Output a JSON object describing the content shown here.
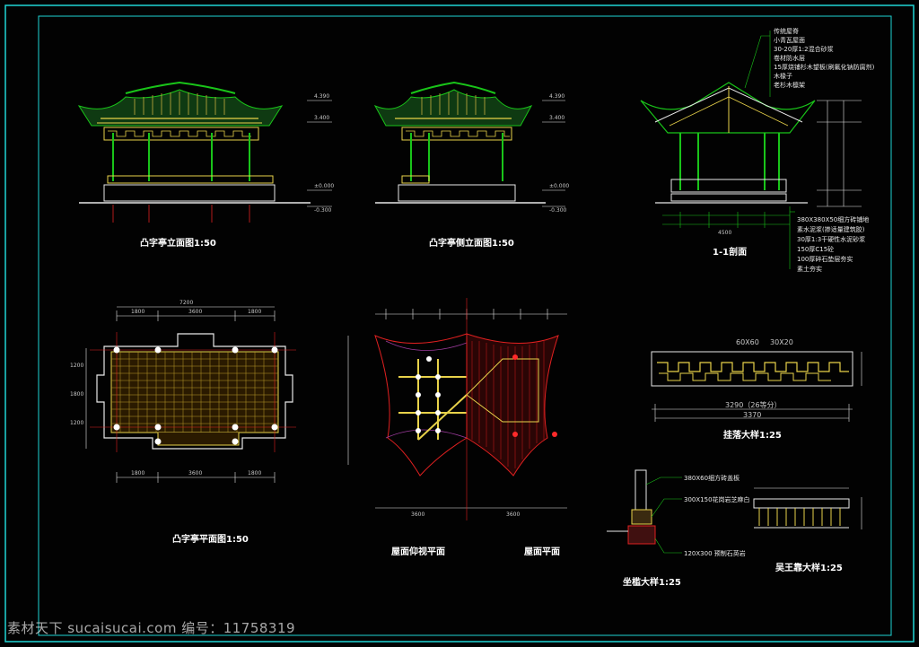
{
  "titles": {
    "front_elevation": "凸字亭立面图1:50",
    "side_elevation": "凸字亭侧立面图1:50",
    "section": "1-1剖面",
    "plan": "凸字亭平面图1:50",
    "roof_reflected": "屋面仰视平面",
    "roof_plan": "屋面平面",
    "hanging_fascia": "挂落大样1:25",
    "seat_sill": "坐槛大样1:25",
    "bench": "吴王靠大样1:25"
  },
  "roof_notes": [
    "传统屋脊",
    "小青瓦屋面",
    "30-20厚1:2混合砂浆",
    "卷材防水层",
    "15厚烧铺杉木望板(刷氟化钠防腐剂)",
    "木椽子",
    "老杉木檩架"
  ],
  "floor_notes": [
    "380X380X50细方砖铺地",
    "素水泥浆(掺适量建筑胶)",
    "30厚1:3干硬性水泥砂浆",
    "150厚C15砼",
    "100厚碎石垫层夯实",
    "素土夯实"
  ],
  "seat_notes": {
    "top": "380X60细方砖盖板",
    "mid": "300X150花岗岩芝麻白",
    "bottom": "120X300 预制石英岩"
  },
  "dims": {
    "plan_top": [
      "1800",
      "3600",
      "1800"
    ],
    "plan_total": "7200",
    "plan_bottom": [
      "1800",
      "3600",
      "1800"
    ],
    "plan_left": [
      "1200",
      "1800",
      "1200"
    ],
    "fascia_total": "3370",
    "fascia_inner": "3290（26等分）",
    "fascia_part1": "60X60",
    "fascia_part2": "30X20",
    "roof_bottom_left": "3600",
    "roof_bottom_right": "3600",
    "elev_levels": [
      "4.390",
      "3.400",
      "±0.000",
      "-0.300"
    ],
    "section_bottom": "4500"
  },
  "watermark": "素材天下 sucaisucai.com    编号：11758319",
  "colors": {
    "background": "#020202",
    "frame": "#1fd4d4",
    "line_green": "#19c419",
    "line_yellow": "#e8d24a",
    "line_red": "#e02020",
    "line_white": "#e8e8e8"
  }
}
